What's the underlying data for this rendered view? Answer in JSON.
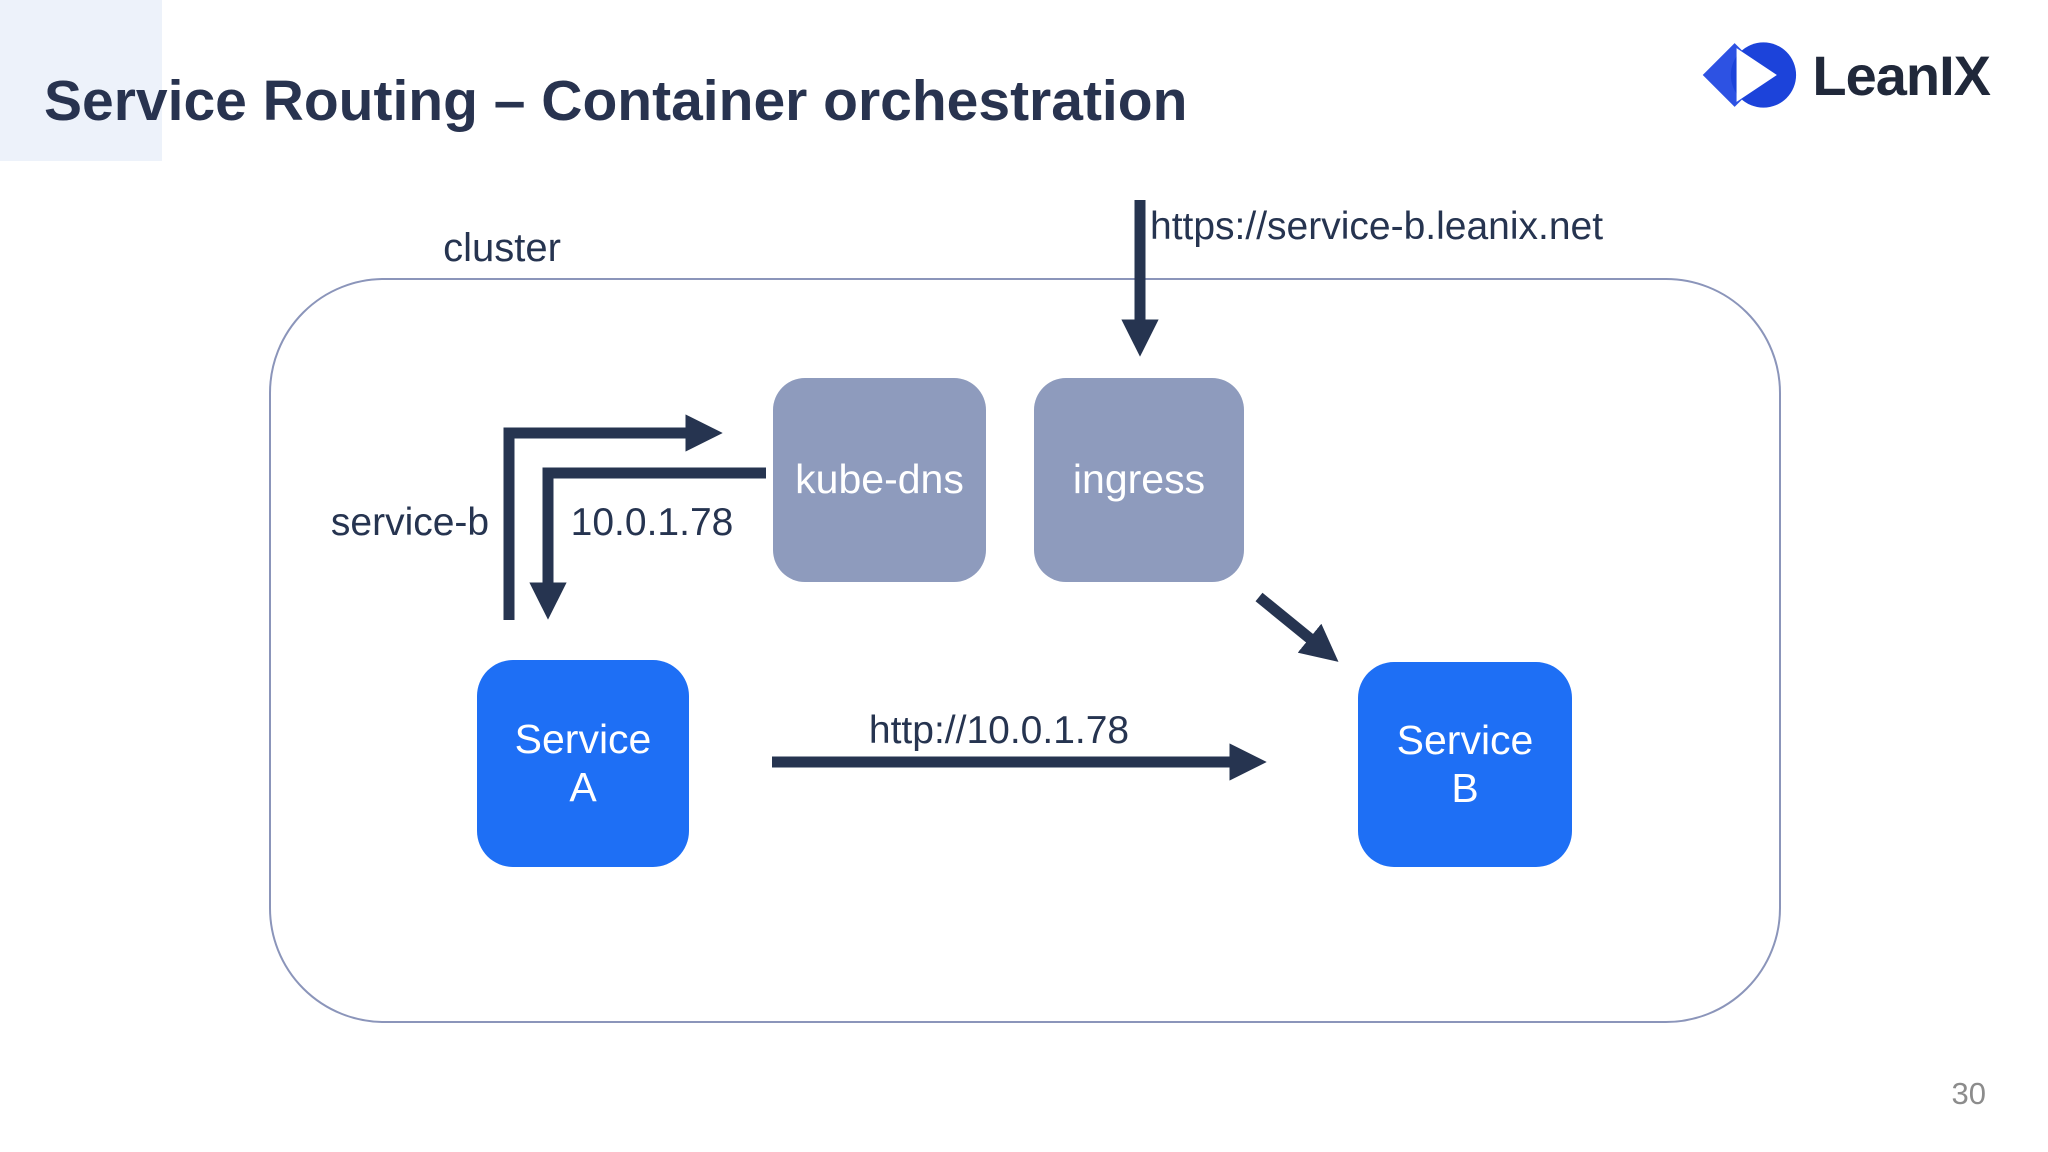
{
  "slide": {
    "title": "Service Routing – Container orchestration",
    "page_number": "30",
    "logo": {
      "text": "LeanIX"
    },
    "cluster": {
      "label": "cluster"
    },
    "nodes": {
      "kube_dns": {
        "label": "kube-dns"
      },
      "ingress": {
        "label": "ingress"
      },
      "service_a": {
        "line1": "Service",
        "line2": "A"
      },
      "service_b": {
        "line1": "Service",
        "line2": "B"
      }
    },
    "edges": {
      "external_request": {
        "label": "https://service-b.leanix.net"
      },
      "dns_lookup": {
        "label": "service-b"
      },
      "dns_response": {
        "label": "10.0.1.78"
      },
      "http_call": {
        "label": "http://10.0.1.78"
      }
    },
    "colors": {
      "service_blue": "#1e6ff5",
      "infra_gray_blue": "#8e9bbd",
      "arrow_navy": "#263450",
      "cluster_border": "#8b95ba",
      "title_navy": "#28334f",
      "corner_accent_bg": "#edf2fa",
      "logo_diamond_blue": "#2d52e3",
      "logo_circle_blue": "#1c43da",
      "page_number_gray": "#8c8c8c"
    }
  }
}
